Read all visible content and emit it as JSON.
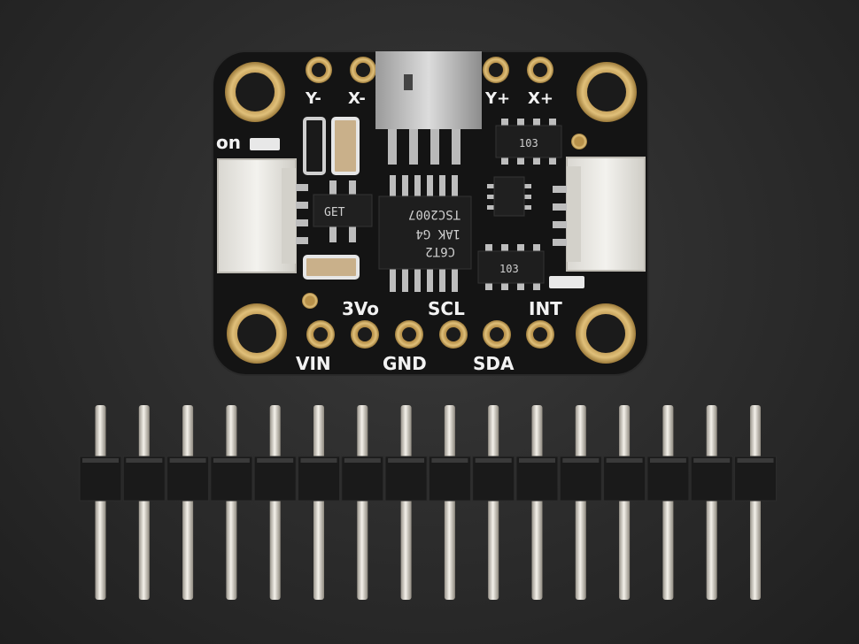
{
  "image": {
    "subject": "breakout board with pin header",
    "colors": {
      "background": "#2e2e2e",
      "pcb": "#141414",
      "gold": "#c9a45a",
      "silkscreen": "#f2f2f2",
      "connector": "#e9e7e2",
      "header_plastic": "#1a1a1a",
      "pin_metal": "#d8d4cc"
    }
  },
  "board": {
    "top_pads": [
      "Y-",
      "X-",
      "Y+",
      "X+"
    ],
    "on_label": "on",
    "bottom_labels_upper": [
      "3Vo",
      "SCL",
      "INT"
    ],
    "bottom_labels_lower": [
      "VIN",
      "GND",
      "SDA"
    ],
    "chips": {
      "main_line1": "C6T2",
      "main_line2": "1AK G4",
      "main_line3": "TSC2007",
      "reg_label": "GET",
      "resistor_top": "103",
      "resistor_bottom": "103"
    }
  },
  "header": {
    "pin_count": 16
  }
}
